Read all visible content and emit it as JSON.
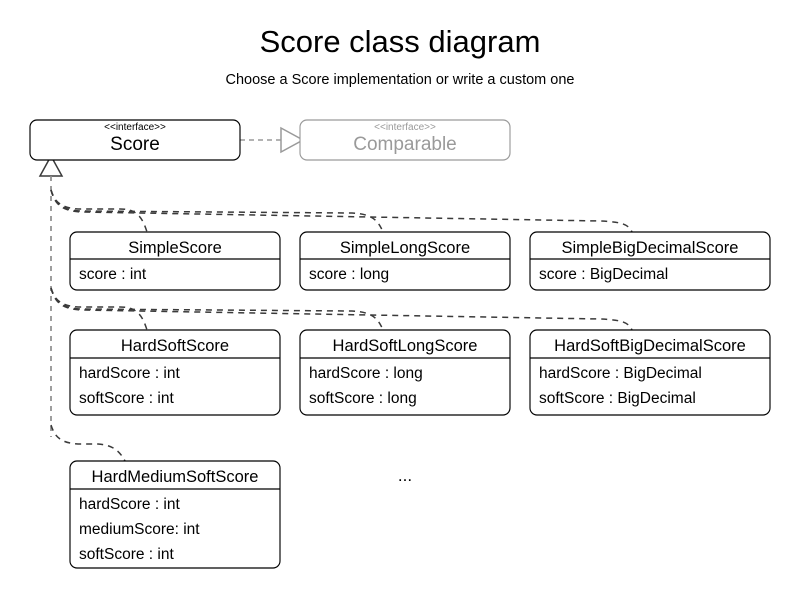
{
  "header": {
    "title": "Score class diagram",
    "subtitle": "Choose a Score implementation or write a custom one"
  },
  "interfaces": [
    {
      "stereotype": "<<interface>>",
      "name": "Score",
      "style": "primary"
    },
    {
      "stereotype": "<<interface>>",
      "name": "Comparable",
      "style": "muted"
    }
  ],
  "classes": [
    {
      "name": "SimpleScore",
      "attributes": [
        "score : int"
      ]
    },
    {
      "name": "SimpleLongScore",
      "attributes": [
        "score : long"
      ]
    },
    {
      "name": "SimpleBigDecimalScore",
      "attributes": [
        "score : BigDecimal"
      ]
    },
    {
      "name": "HardSoftScore",
      "attributes": [
        "hardScore : int",
        "softScore : int"
      ]
    },
    {
      "name": "HardSoftLongScore",
      "attributes": [
        "hardScore : long",
        "softScore : long"
      ]
    },
    {
      "name": "HardSoftBigDecimalScore",
      "attributes": [
        "hardScore : BigDecimal",
        "softScore : BigDecimal"
      ]
    },
    {
      "name": "HardMediumSoftScore",
      "attributes": [
        "hardScore : int",
        "mediumScore: int",
        "softScore : int"
      ]
    }
  ],
  "more_indicator": "...",
  "colors": {
    "text": "#000000",
    "muted": "#9a9a9a",
    "connector": "#3a3a3a",
    "trunk": "#8d8d8d",
    "background": "#ffffff"
  }
}
